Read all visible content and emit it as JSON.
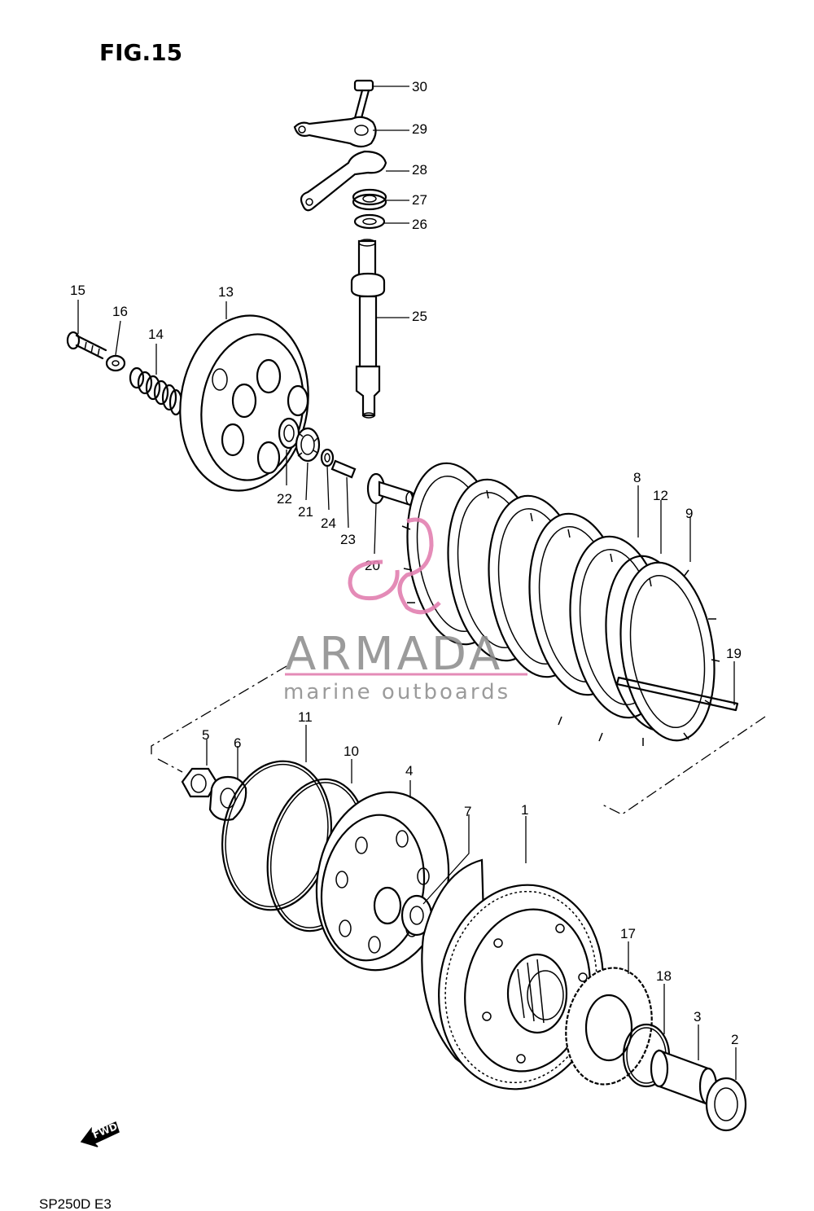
{
  "figure": {
    "title": "FIG.15",
    "footer_code": "SP250D E3",
    "fwd_label": "FWD"
  },
  "watermark": {
    "brand": "ARMADA",
    "tagline": "marine outboards",
    "logo_color": "#e27fb0",
    "text_color": "#8a8a8a"
  },
  "callouts": {
    "c1": "1",
    "c2": "2",
    "c3": "3",
    "c4": "4",
    "c5": "5",
    "c6": "6",
    "c7": "7",
    "c8": "8",
    "c9": "9",
    "c10": "10",
    "c11": "11",
    "c12": "12",
    "c13": "13",
    "c14": "14",
    "c15": "15",
    "c16": "16",
    "c17": "17",
    "c18": "18",
    "c19": "19",
    "c20": "20",
    "c21": "21",
    "c22": "22",
    "c23": "23",
    "c24": "24",
    "c25": "25",
    "c26": "26",
    "c27": "27",
    "c28": "28",
    "c29": "29",
    "c30": "30"
  }
}
